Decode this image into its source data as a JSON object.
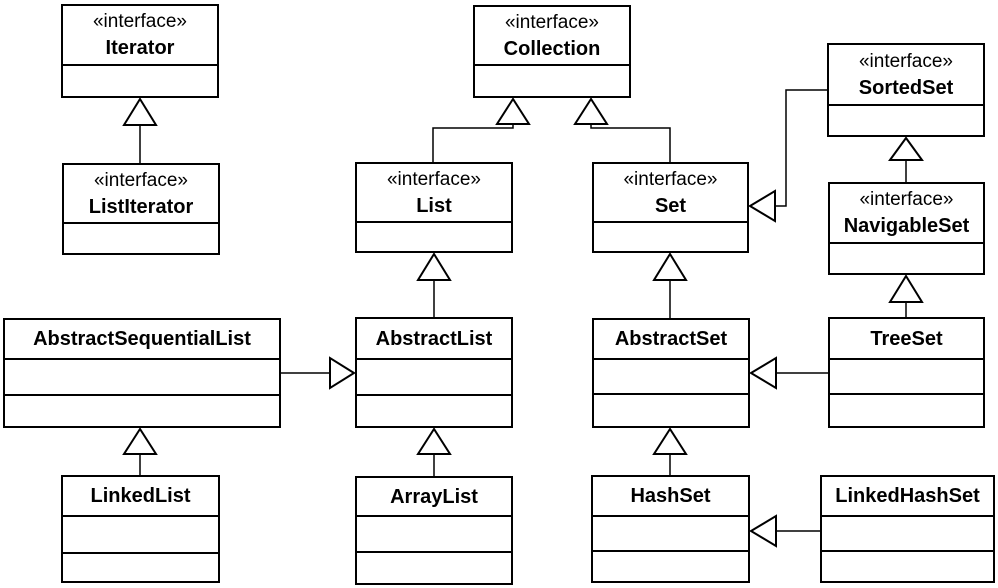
{
  "colors": {
    "background": "#ffffff",
    "stroke": "#000000",
    "box_fill": "#ffffff",
    "text": "#000000"
  },
  "classes": {
    "iterator": {
      "stereotype": "«interface»",
      "name": "Iterator"
    },
    "collection": {
      "stereotype": "«interface»",
      "name": "Collection"
    },
    "sortedset": {
      "stereotype": "«interface»",
      "name": "SortedSet"
    },
    "listiterator": {
      "stereotype": "«interface»",
      "name": "ListIterator"
    },
    "list": {
      "stereotype": "«interface»",
      "name": "List"
    },
    "set": {
      "stereotype": "«interface»",
      "name": "Set"
    },
    "navigableset": {
      "stereotype": "«interface»",
      "name": "NavigableSet"
    },
    "abstractsequentiallist": {
      "name": "AbstractSequentialList"
    },
    "abstractlist": {
      "name": "AbstractList"
    },
    "abstractset": {
      "name": "AbstractSet"
    },
    "treeset": {
      "name": "TreeSet"
    },
    "linkedlist": {
      "name": "LinkedList"
    },
    "arraylist": {
      "name": "ArrayList"
    },
    "hashset": {
      "name": "HashSet"
    },
    "linkedhashset": {
      "name": "LinkedHashSet"
    }
  },
  "relationships": [
    {
      "from": "ListIterator",
      "to": "Iterator",
      "type": "generalization"
    },
    {
      "from": "List",
      "to": "Collection",
      "type": "generalization"
    },
    {
      "from": "Set",
      "to": "Collection",
      "type": "generalization"
    },
    {
      "from": "SortedSet",
      "to": "Set",
      "type": "generalization"
    },
    {
      "from": "NavigableSet",
      "to": "SortedSet",
      "type": "generalization"
    },
    {
      "from": "AbstractList",
      "to": "List",
      "type": "generalization"
    },
    {
      "from": "AbstractSet",
      "to": "Set",
      "type": "generalization"
    },
    {
      "from": "AbstractSequentialList",
      "to": "AbstractList",
      "type": "generalization"
    },
    {
      "from": "TreeSet",
      "to": "NavigableSet",
      "type": "generalization"
    },
    {
      "from": "TreeSet",
      "to": "AbstractSet",
      "type": "generalization"
    },
    {
      "from": "LinkedList",
      "to": "AbstractSequentialList",
      "type": "generalization"
    },
    {
      "from": "ArrayList",
      "to": "AbstractList",
      "type": "generalization"
    },
    {
      "from": "HashSet",
      "to": "AbstractSet",
      "type": "generalization"
    },
    {
      "from": "LinkedHashSet",
      "to": "HashSet",
      "type": "generalization"
    }
  ]
}
